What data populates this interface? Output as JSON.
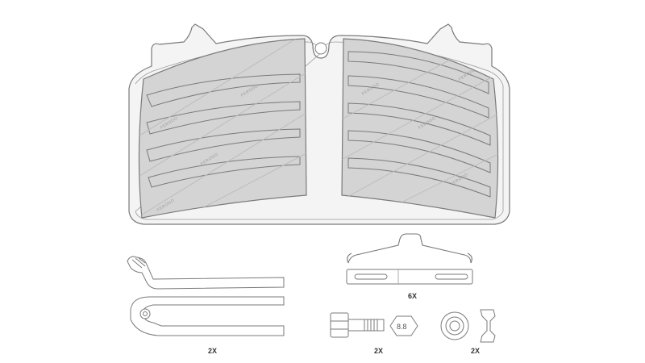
{
  "brand": "FERODO",
  "colors": {
    "friction_fill": "#d4d4d4",
    "backplate_fill": "#f4f4f4",
    "outline": "#7a7a7a"
  },
  "labels": {
    "spring_qty": "6X",
    "sensor_qty": "2X",
    "bolt_qty": "2X",
    "bushing_qty": "2X",
    "nut_marking": "8.8"
  }
}
